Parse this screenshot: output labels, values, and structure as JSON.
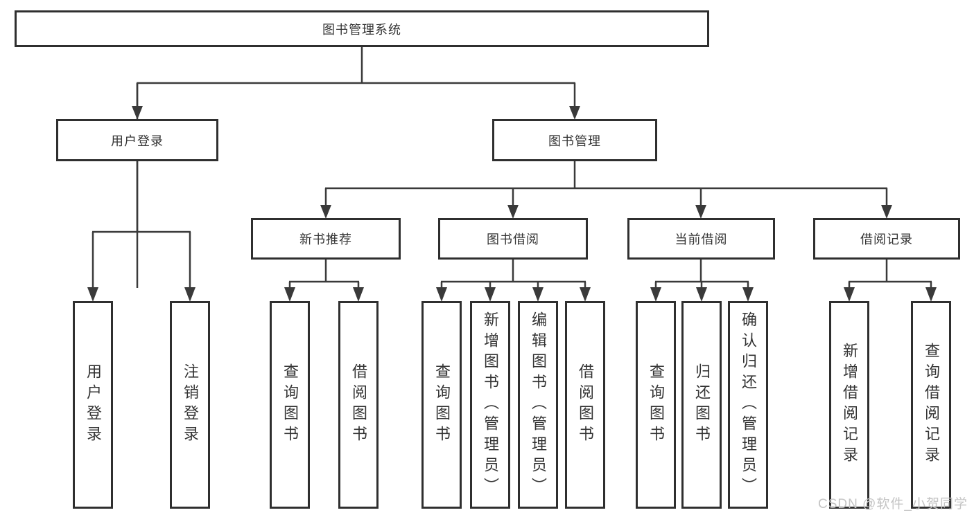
{
  "diagram": {
    "root": {
      "label": "图书管理系统"
    },
    "children": [
      {
        "label": "用户登录",
        "children": [
          {
            "label": "用户登录"
          },
          {
            "label": "注销登录"
          }
        ]
      },
      {
        "label": "图书管理",
        "children": [
          {
            "label": "新书推荐",
            "children": [
              {
                "label": "查询图书"
              },
              {
                "label": "借阅图书"
              }
            ]
          },
          {
            "label": "图书借阅",
            "children": [
              {
                "label": "查询图书"
              },
              {
                "label": "新增图书（管理员）"
              },
              {
                "label": "编辑图书（管理员）"
              },
              {
                "label": "借阅图书"
              }
            ]
          },
          {
            "label": "当前借阅",
            "children": [
              {
                "label": "查询图书"
              },
              {
                "label": "归还图书"
              },
              {
                "label": "确认归还（管理员）"
              }
            ]
          },
          {
            "label": "借阅记录",
            "children": [
              {
                "label": "新增借阅记录"
              },
              {
                "label": "查询借阅记录"
              }
            ]
          }
        ]
      }
    ]
  },
  "watermark": {
    "text": "CSDN @软件_小贺同学"
  },
  "colors": {
    "line": "#3a3a3a",
    "border": "#2f2f2f",
    "text": "#333333",
    "background": "#ffffff",
    "watermark": "#c4c4c4"
  }
}
